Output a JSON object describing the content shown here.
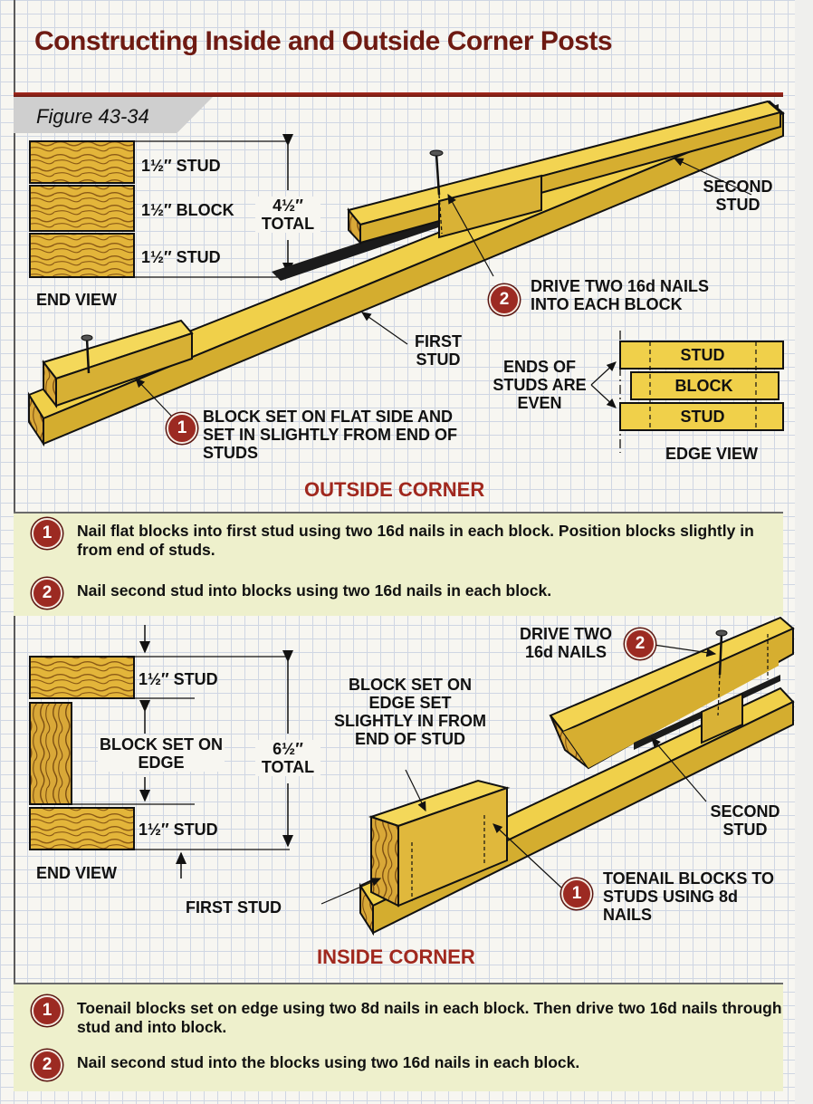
{
  "title": "Constructing Inside and Outside Corner Posts",
  "figure": "Figure 43-34",
  "outside": {
    "end_view": {
      "stud_top": "1½″ STUD",
      "block": "1½″ BLOCK",
      "stud_bottom": "1½″ STUD",
      "total": "4½″ TOTAL",
      "caption": "END VIEW"
    },
    "second_stud": "SECOND STUD",
    "first_stud": "FIRST STUD",
    "callout_2": {
      "num": "2",
      "text": "DRIVE TWO 16d NAILS INTO EACH BLOCK"
    },
    "callout_1": {
      "num": "1",
      "text": "BLOCK SET ON FLAT SIDE AND SET IN SLIGHTLY FROM END OF STUDS"
    },
    "edge_view": {
      "stud_top": "STUD",
      "block": "BLOCK",
      "stud_bottom": "STUD",
      "ends_note": "ENDS OF STUDS ARE EVEN",
      "caption": "EDGE VIEW"
    },
    "heading": "OUTSIDE CORNER",
    "notes": [
      {
        "num": "1",
        "text": "Nail flat blocks into first stud using two 16d nails in each block. Position blocks slightly in from end of studs."
      },
      {
        "num": "2",
        "text": "Nail second stud into blocks using two 16d nails in each block."
      }
    ]
  },
  "inside": {
    "end_view": {
      "stud_top": "1½″ STUD",
      "block": "BLOCK SET ON EDGE",
      "stud_bottom": "1½″ STUD",
      "total": "6½″ TOTAL",
      "caption": "END VIEW"
    },
    "block_note": "BLOCK SET ON EDGE SET SLIGHTLY IN FROM END OF STUD",
    "callout_2": {
      "num": "2",
      "text": "DRIVE TWO 16d NAILS"
    },
    "second_stud": "SECOND STUD",
    "first_stud": "FIRST STUD",
    "callout_1": {
      "num": "1",
      "text": "TOENAIL BLOCKS TO STUDS USING 8d NAILS"
    },
    "heading": "INSIDE CORNER",
    "notes": [
      {
        "num": "1",
        "text": "Toenail blocks set on edge using two 8d nails in each block. Then drive two 16d nails through stud and into block."
      },
      {
        "num": "2",
        "text": "Nail second stud into the blocks using two 16d nails in each block."
      }
    ]
  },
  "colors": {
    "title": "#6e1a12",
    "heading": "#a0281e",
    "wood": "#f0d04a",
    "note_bg": "#eef0cc",
    "badge": "#9c2a22"
  }
}
